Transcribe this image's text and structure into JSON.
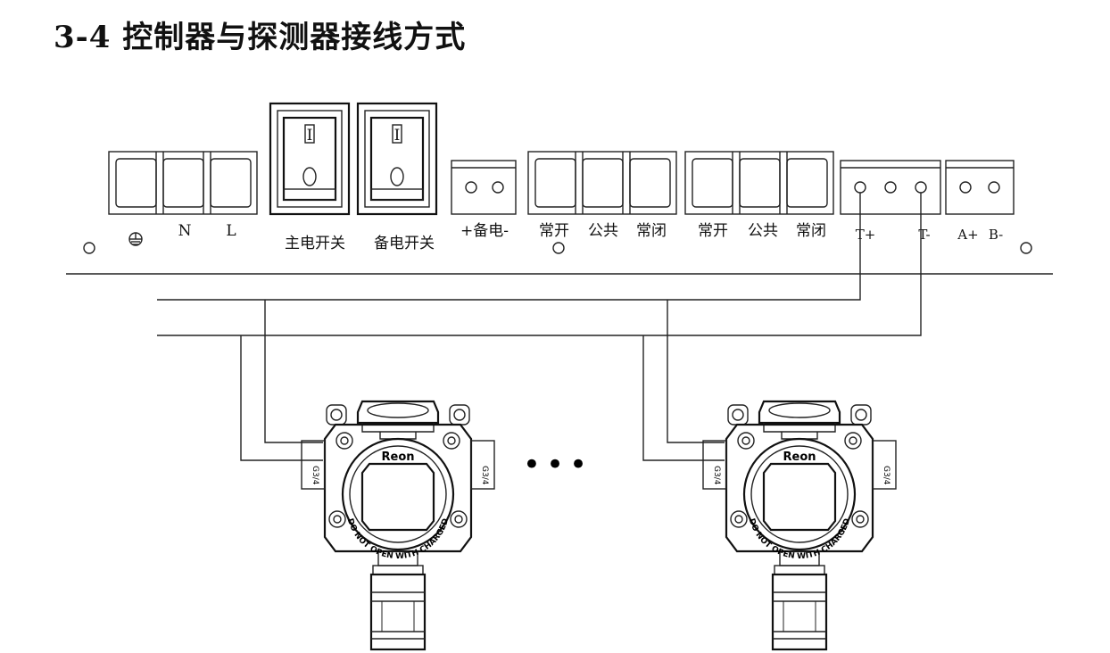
{
  "title": "3-4 控制器与探测器接线方式",
  "terminals": {
    "power_n": "N",
    "power_l": "L",
    "main_switch": "主电开关",
    "backup_switch": "备电开关",
    "backup_power": "+备电-",
    "relay1_no": "常开",
    "relay1_com": "公共",
    "relay1_nc": "常闭",
    "relay2_no": "常开",
    "relay2_com": "公共",
    "relay2_nc": "常闭",
    "t_plus": "T+",
    "t_minus": "T-",
    "a_plus": "A+",
    "b_minus": "B-"
  },
  "switch_symbols": {
    "on": "I",
    "off": "O"
  },
  "detector": {
    "brand": "Reon",
    "warning": "DO NOT OPEN WITH CHARGED",
    "port_label": "G3/4"
  },
  "ellipsis": "•••"
}
